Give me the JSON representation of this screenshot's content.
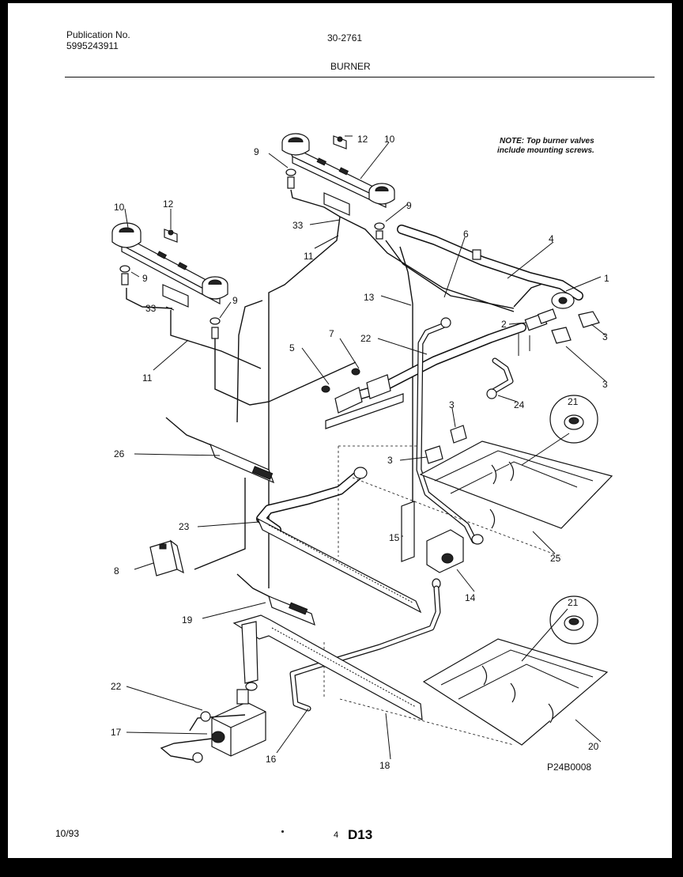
{
  "header": {
    "publication_label": "Publication No.",
    "publication_number": "5995243911",
    "document_code": "30-2761",
    "section_title": "BURNER"
  },
  "note": {
    "line1": "NOTE: Top burner valves",
    "line2": "include mounting screws."
  },
  "diagram_code": "P24B0008",
  "footer": {
    "date": "10/93",
    "page_number": "4",
    "page_code": "D13"
  },
  "callouts": {
    "c1": "1",
    "c2": "2",
    "c3a": "3",
    "c3b": "3",
    "c3c": "3",
    "c3d": "3",
    "c4": "4",
    "c5": "5",
    "c6": "6",
    "c7": "7",
    "c8": "8",
    "c9a": "9",
    "c9b": "9",
    "c9c": "9",
    "c9d": "9",
    "c10a": "10",
    "c10b": "10",
    "c11a": "11",
    "c11b": "11",
    "c12a": "12",
    "c12b": "12",
    "c13": "13",
    "c14": "14",
    "c15": "15",
    "c16": "16",
    "c17": "17",
    "c18": "18",
    "c19": "19",
    "c20": "20",
    "c21a": "21",
    "c21b": "21",
    "c22a": "22",
    "c22b": "22",
    "c23": "23",
    "c24": "24",
    "c25": "25",
    "c26": "26",
    "c33a": "33",
    "c33b": "33"
  }
}
